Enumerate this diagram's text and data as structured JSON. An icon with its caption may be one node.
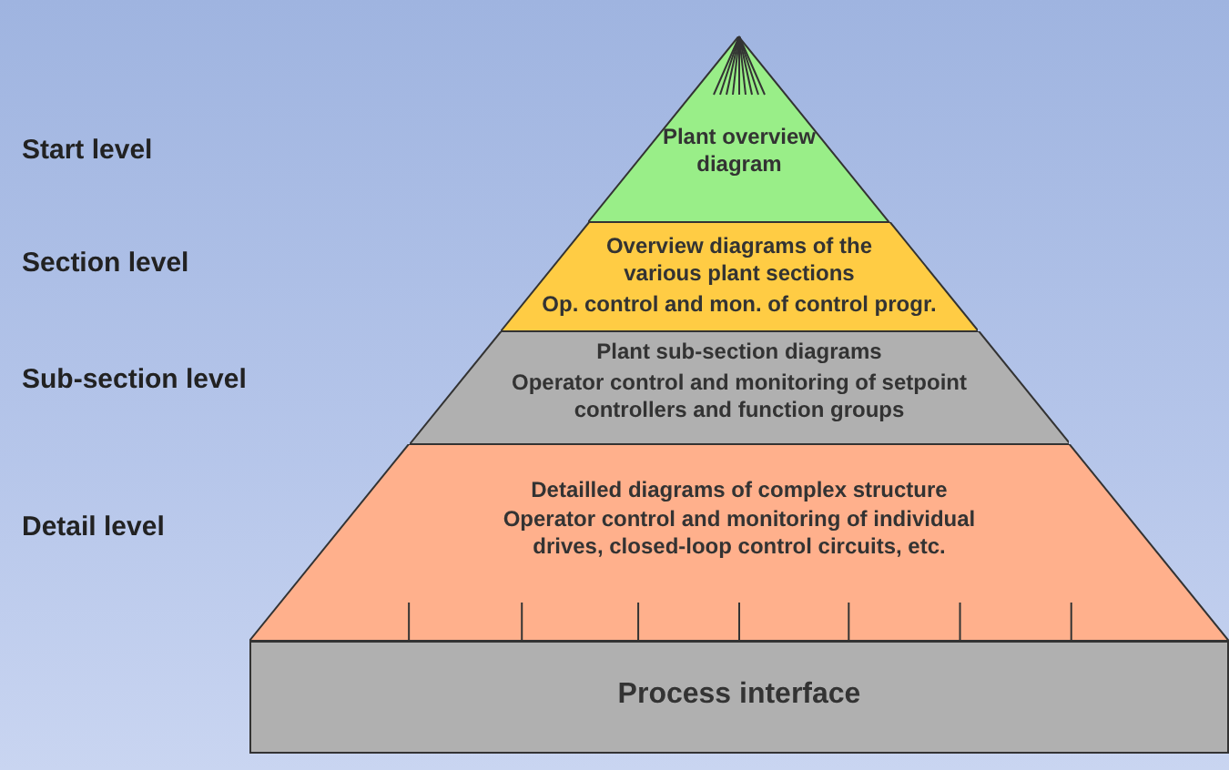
{
  "diagram": {
    "nodes": [
      {
        "text": [
          "Plant overview diagram"
        ]
      },
      {
        "text": [
          "Overview diagrams of the various plant sections",
          "Op. control and mon. of control progr."
        ]
      },
      {
        "text": [
          "Plant sub-section diagrams",
          "Operator control and monitoring of setpoint controllers and function groups"
        ]
      },
      {
        "text": [
          "Detailled diagrams of complex structure",
          "Operator control and monitoring of individual drives, closed-loop control circuits, etc."
        ]
      },
      {
        "text": [
          "Process interface"
        ]
      }
    ],
    "labels": [
      "Start level",
      "Section level",
      "Sub-section level",
      "Detail level"
    ]
  }
}
